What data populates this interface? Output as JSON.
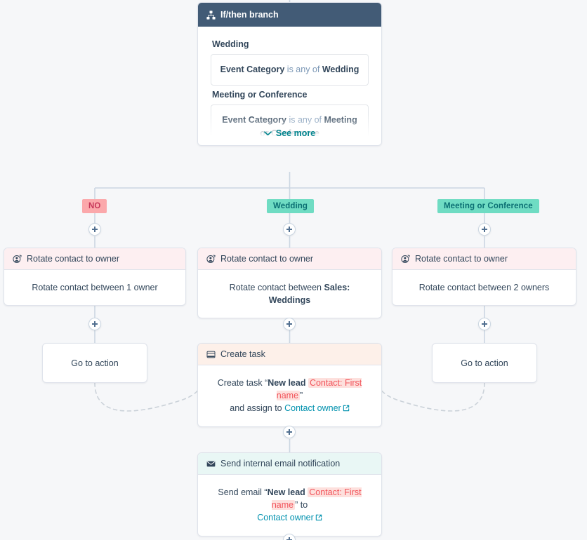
{
  "canvas": {
    "background": "#f6f7f9",
    "connector_color": "#cbd6e2",
    "dashed_color": "#cbd2d9"
  },
  "branch_node": {
    "title": "If/then branch",
    "icon": "branch-hierarchy-icon",
    "header_color": "#425b76",
    "groups": [
      {
        "label": "Wedding",
        "condition_prefix": "Event Category",
        "condition_mid": " is any of ",
        "condition_value": "Wedding",
        "clipped": false
      },
      {
        "label": "Meeting or Conference",
        "condition_prefix": "Event Category",
        "condition_mid": " is any of ",
        "condition_value": "Meeting or Conference",
        "clipped": true
      }
    ],
    "see_more_label": "See more",
    "see_more_icon": "chevron-down-icon"
  },
  "branch_labels": [
    {
      "text": "NO",
      "bg": "#fba8ab",
      "fg": "#c7375a"
    },
    {
      "text": "Wedding",
      "bg": "#6fdcc3",
      "fg": "#0b6f73"
    },
    {
      "text": "Meeting or Conference",
      "bg": "#6fdcc3",
      "fg": "#0b6f73"
    }
  ],
  "rotate_nodes": [
    {
      "title": "Rotate contact to owner",
      "icon": "contact-rotate-icon",
      "header_color": "#fdeff1",
      "body": "Rotate contact between 1 owner",
      "body_bold": ""
    },
    {
      "title": "Rotate contact to owner",
      "icon": "contact-rotate-icon",
      "header_color": "#fdeff1",
      "body_prefix": "Rotate contact between ",
      "body_bold": "Sales: Weddings"
    },
    {
      "title": "Rotate contact to owner",
      "icon": "contact-rotate-icon",
      "header_color": "#fdeff1",
      "body": "Rotate contact between 2 owners",
      "body_bold": ""
    }
  ],
  "goto_nodes": [
    {
      "label": "Go to action"
    },
    {
      "label": "Go to action"
    }
  ],
  "create_task_node": {
    "title": "Create task",
    "icon": "task-window-icon",
    "header_color": "#fdf0e9",
    "line1_prefix": "Create task “",
    "line1_bold": "New lead ",
    "line1_token": "Contact: First name",
    "line1_suffix": "”",
    "line2_prefix": "and assign to ",
    "line2_link": "Contact owner",
    "link_icon": "external-link-icon"
  },
  "email_node": {
    "title": "Send internal email notification",
    "icon": "envelope-icon",
    "header_color": "#e9f7f5",
    "line1_prefix": "Send email “",
    "line1_bold": "New lead ",
    "line1_token": "Contact: First name",
    "line1_suffix": "” to",
    "line2_link": "Contact owner",
    "link_icon": "external-link-icon"
  },
  "plus_buttons": {
    "label": "add-step",
    "count": 7
  }
}
